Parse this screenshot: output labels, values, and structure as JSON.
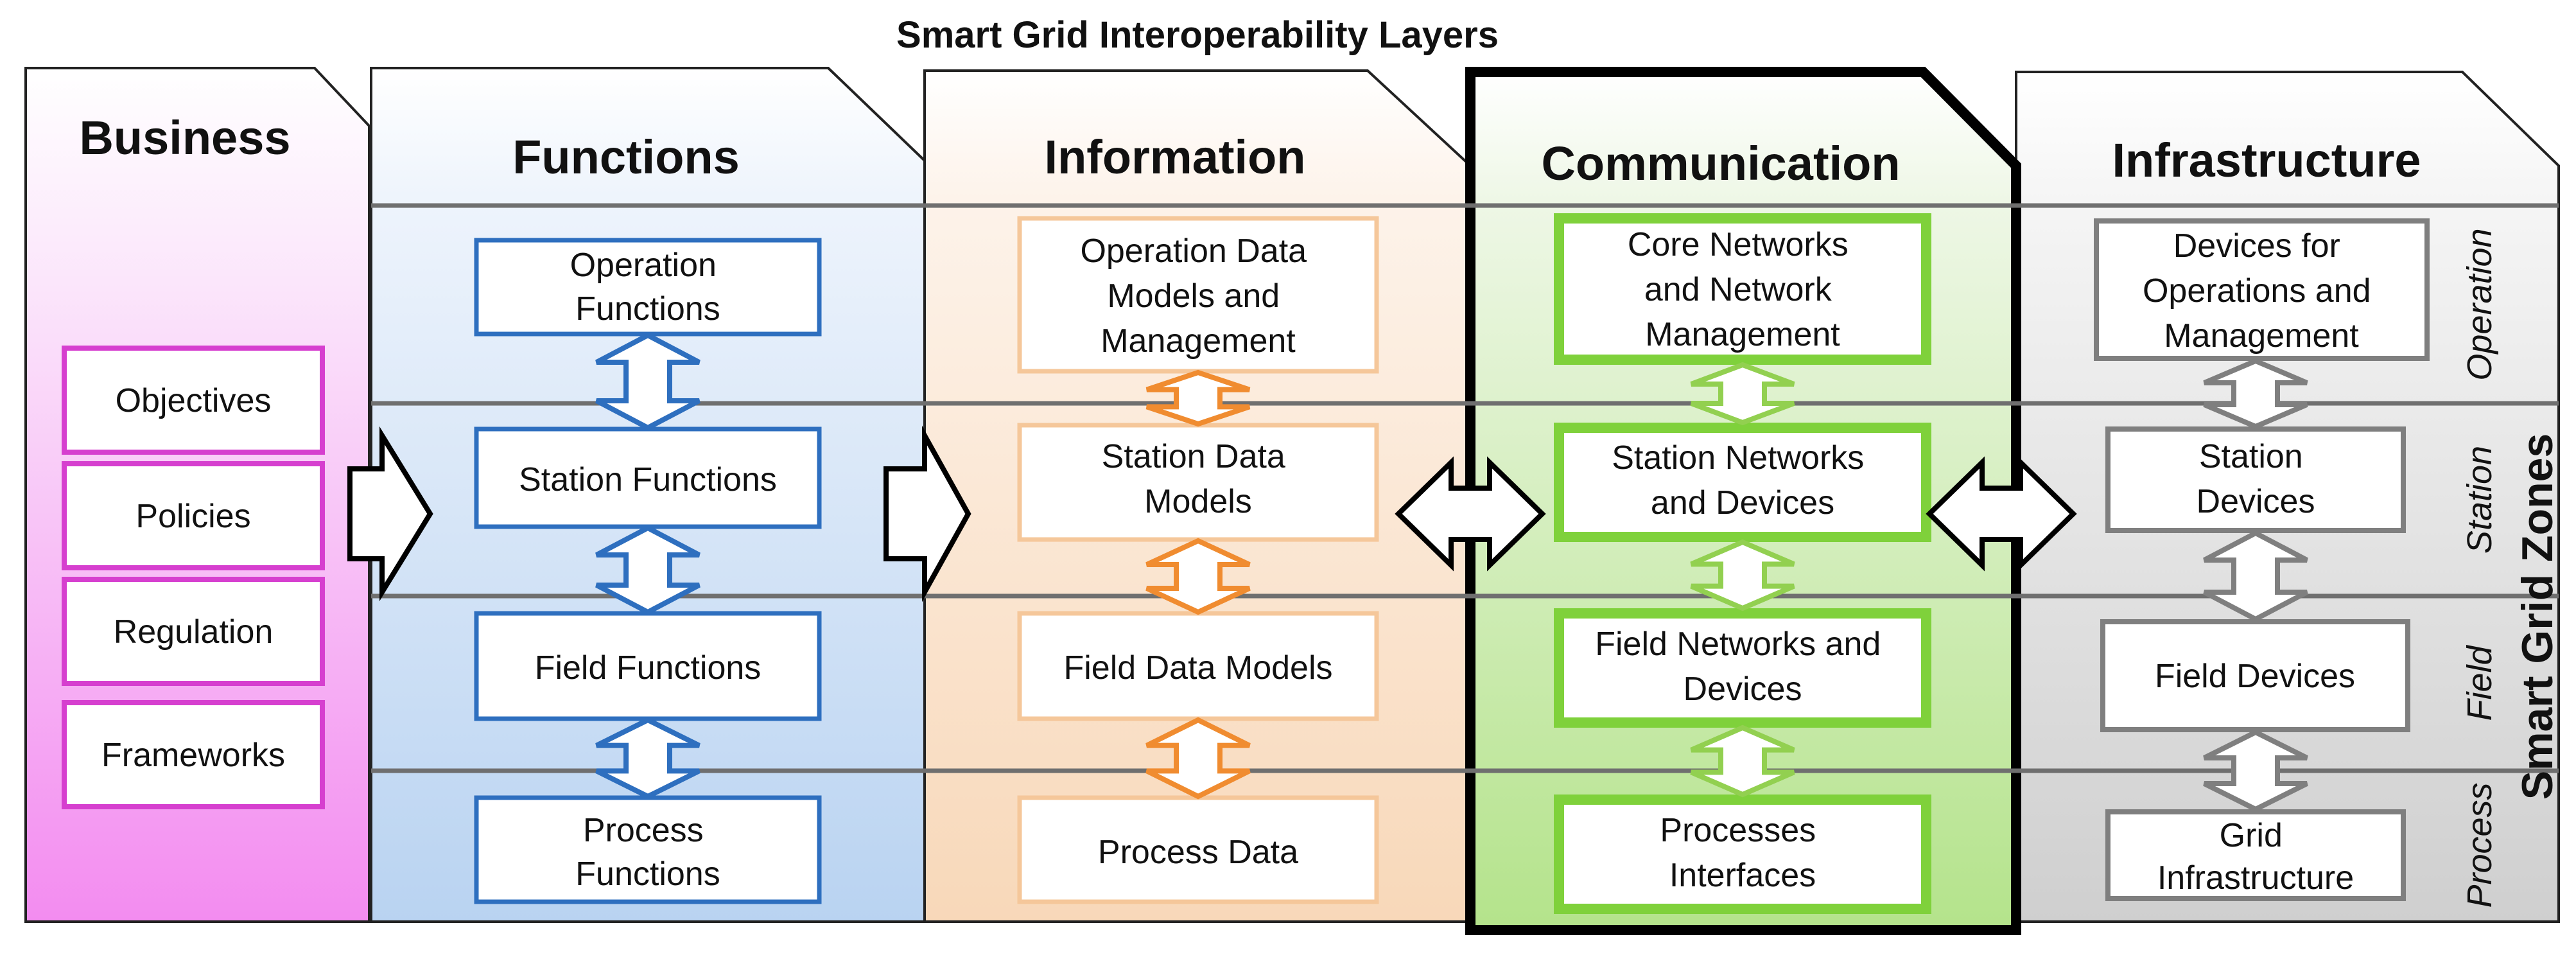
{
  "title": "Smart Grid Interoperability Layers",
  "business": {
    "title": "Business",
    "items": [
      "Objectives",
      "Policies",
      "Regulation",
      "Frameworks"
    ]
  },
  "layers": [
    {
      "id": "functions",
      "title": "Functions",
      "color": "#2e6fbf",
      "boxes": [
        [
          "Operation",
          "Functions"
        ],
        [
          "Station Functions"
        ],
        [
          "Field Functions"
        ],
        [
          "Process",
          "Functions"
        ]
      ]
    },
    {
      "id": "information",
      "title": "Information",
      "color": "#f5c79a",
      "boxes": [
        [
          "Operation Data",
          "Models and",
          "Management"
        ],
        [
          "Station Data",
          "Models"
        ],
        [
          "Field Data Models"
        ],
        [
          "Process Data"
        ]
      ]
    },
    {
      "id": "communication",
      "title": "Communication",
      "color": "#7fd13b",
      "boxes": [
        [
          "Core Networks",
          "and Network",
          "Management"
        ],
        [
          "Station Networks",
          "and Devices"
        ],
        [
          "Field Networks and",
          "Devices"
        ],
        [
          "Processes",
          "Interfaces"
        ]
      ]
    },
    {
      "id": "infrastructure",
      "title": "Infrastructure",
      "color": "#7f7f7f",
      "boxes": [
        [
          "Devices for",
          "Operations and",
          "Management"
        ],
        [
          "Station",
          "Devices"
        ],
        [
          "Field Devices"
        ],
        [
          "Grid",
          "Infrastructure"
        ]
      ]
    }
  ],
  "zones": [
    "Operation",
    "Station",
    "Field",
    "Process"
  ],
  "zones_title": "Smart Grid Zones",
  "colors": {
    "business_border": "#d63fcf",
    "functions_arrow": "#2e6fbf",
    "information_arrow": "#f08c30",
    "communication_arrow": "#92d050",
    "infrastructure_arrow": "#7f7f7f"
  }
}
